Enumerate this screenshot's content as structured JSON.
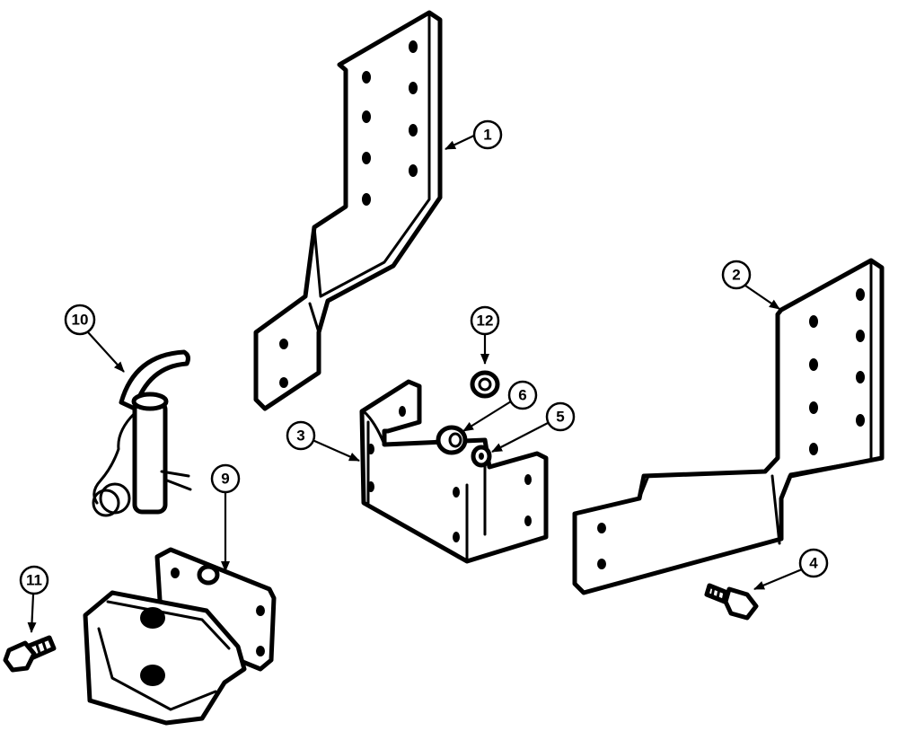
{
  "diagram": {
    "callouts": [
      {
        "id": "1",
        "label": "1"
      },
      {
        "id": "2",
        "label": "2"
      },
      {
        "id": "3",
        "label": "3"
      },
      {
        "id": "4",
        "label": "4"
      },
      {
        "id": "5",
        "label": "5"
      },
      {
        "id": "6",
        "label": "6"
      },
      {
        "id": "9",
        "label": "9"
      },
      {
        "id": "10",
        "label": "10"
      },
      {
        "id": "11",
        "label": "11"
      },
      {
        "id": "12",
        "label": "12"
      }
    ]
  }
}
